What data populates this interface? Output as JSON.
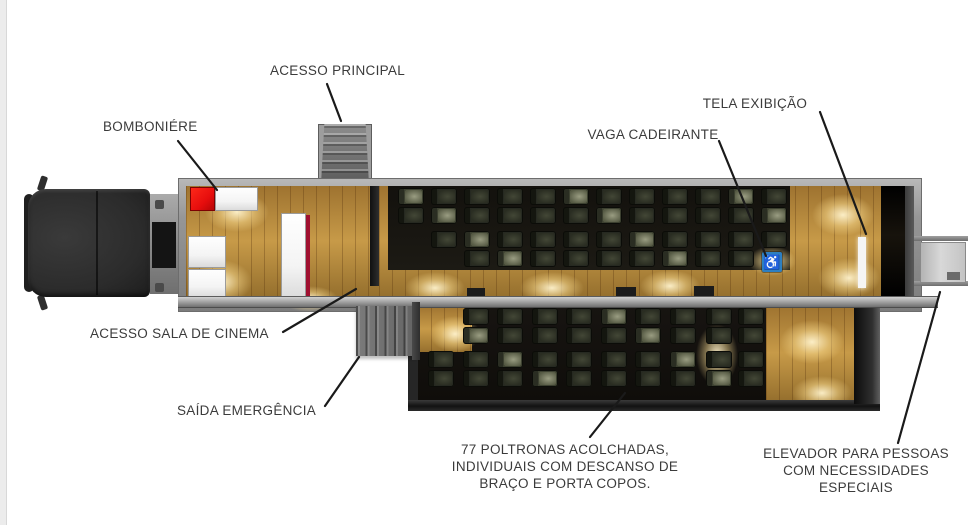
{
  "diagram": {
    "subject": "cinema-truck-floor-plan-top-view",
    "labels": {
      "main_access": "ACESSO PRINCIPAL",
      "candy_store": "BOMBONIÉRE",
      "screen": "TELA EXIBIÇÃO",
      "wheelchair_space": "VAGA CADEIRANTE",
      "cinema_room_access": "ACESSO SALA DE CINEMA",
      "emergency_exit": "SAÍDA EMERGÊNCIA",
      "seats_note": {
        "line1": "77 POLTRONAS ACOLCHADAS,",
        "line2": "INDIVIDUAIS COM DESCANSO DE",
        "line3": "BRAÇO E PORTA COPOS."
      },
      "elevator_note": {
        "line1": "ELEVADOR PARA PESSOAS",
        "line2": "COM NECESSIDADES",
        "line3": "ESPECIAIS"
      }
    },
    "icons": {
      "wheelchair": "♿"
    },
    "colors": {
      "label-text": "#3b3b3b",
      "leader-line": "#1a1a1a",
      "wood-light": "#c79a48",
      "wood-dark": "#9e7330",
      "trailer-wall": "#969696",
      "counter-red": "#e60d0d",
      "counter-white": "#f4f4f4",
      "wheelchair-blue": "#2d7fc1",
      "elevator-gray": "#d8d8d8",
      "cab-black": "#2b2b2b"
    },
    "seating": {
      "upper_columns": [
        2,
        3,
        4,
        4,
        4,
        4,
        4,
        4,
        4,
        4,
        4,
        3
      ],
      "lower_columns": [
        2,
        4,
        4,
        4,
        4,
        4,
        4,
        4,
        4,
        4
      ]
    }
  }
}
